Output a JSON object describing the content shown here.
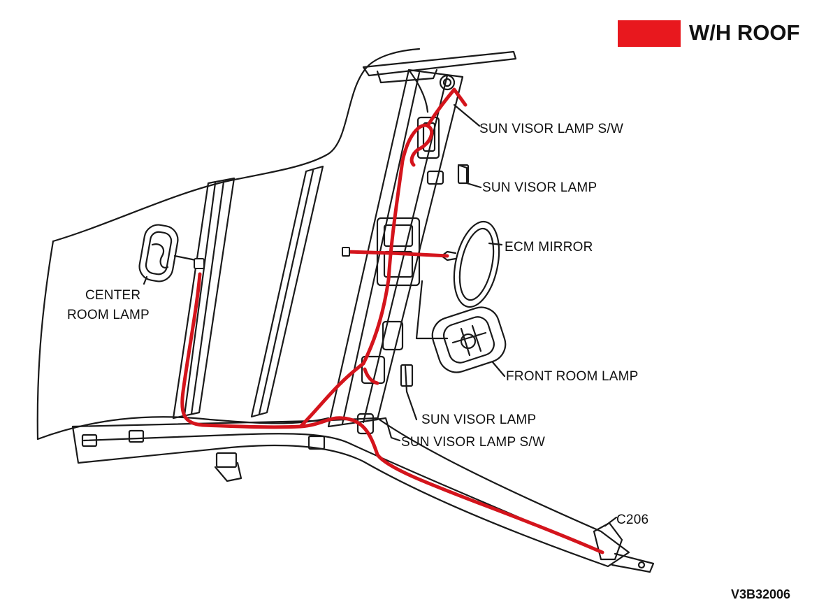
{
  "legend": {
    "label": "W/H ROOF",
    "color": "#e8181e"
  },
  "colors": {
    "harness": "#d4141c",
    "line": "#1a1a1a"
  },
  "labels": {
    "sun_visor_lamp_sw_top": "SUN VISOR LAMP S/W",
    "sun_visor_lamp_top": "SUN VISOR LAMP",
    "ecm_mirror": "ECM MIRROR",
    "center_room_lamp_line1": "CENTER",
    "center_room_lamp_line2": "ROOM LAMP",
    "front_room_lamp": "FRONT ROOM LAMP",
    "sun_visor_lamp_bottom": "SUN VISOR LAMP",
    "sun_visor_lamp_sw_bottom": "SUN VISOR LAMP S/W",
    "connector": "C206"
  },
  "figure_code": "V3B32006"
}
